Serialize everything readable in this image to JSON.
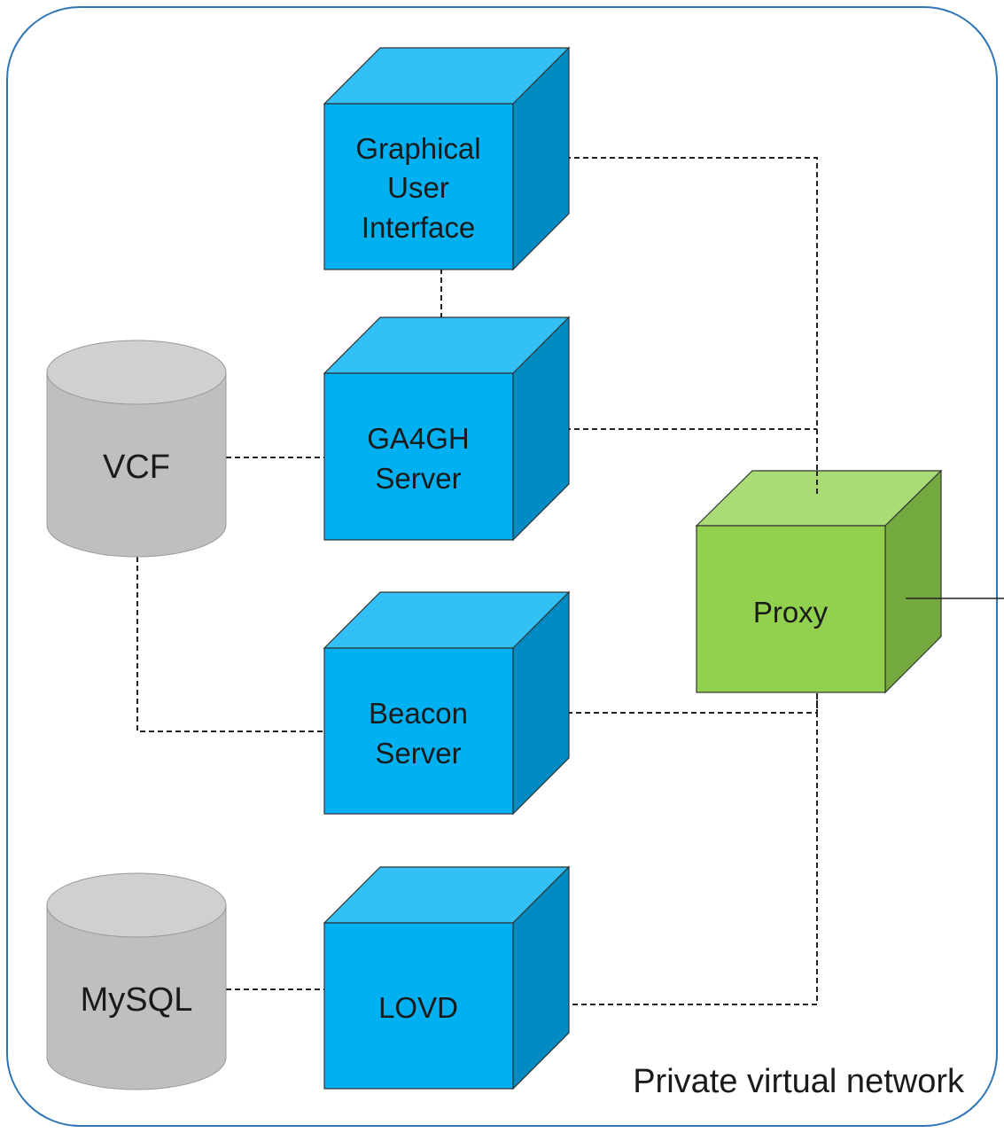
{
  "network": {
    "label": "Private virtual network"
  },
  "nodes": {
    "gui": {
      "lines": [
        "Graphical",
        "User",
        "Interface"
      ]
    },
    "ga4gh": {
      "lines": [
        "GA4GH",
        "Server"
      ]
    },
    "beacon": {
      "lines": [
        "Beacon",
        "Server"
      ]
    },
    "lovd": {
      "lines": [
        "LOVD"
      ]
    },
    "proxy": {
      "lines": [
        "Proxy"
      ]
    },
    "vcf": {
      "label": "VCF"
    },
    "mysql": {
      "label": "MySQL"
    }
  },
  "colors": {
    "server_front": "#00B0F0",
    "server_top": "#33C0F4",
    "server_side": "#008CC2",
    "proxy_front": "#92D050",
    "proxy_top": "#A9DB76",
    "proxy_side": "#74A93F",
    "database_body": "#BFBFBF",
    "database_top": "#D0D0D0",
    "network_border": "#2E75B6"
  },
  "icons": {
    "server": "cube-shape",
    "proxy": "cube-shape",
    "database": "cylinder-shape"
  }
}
